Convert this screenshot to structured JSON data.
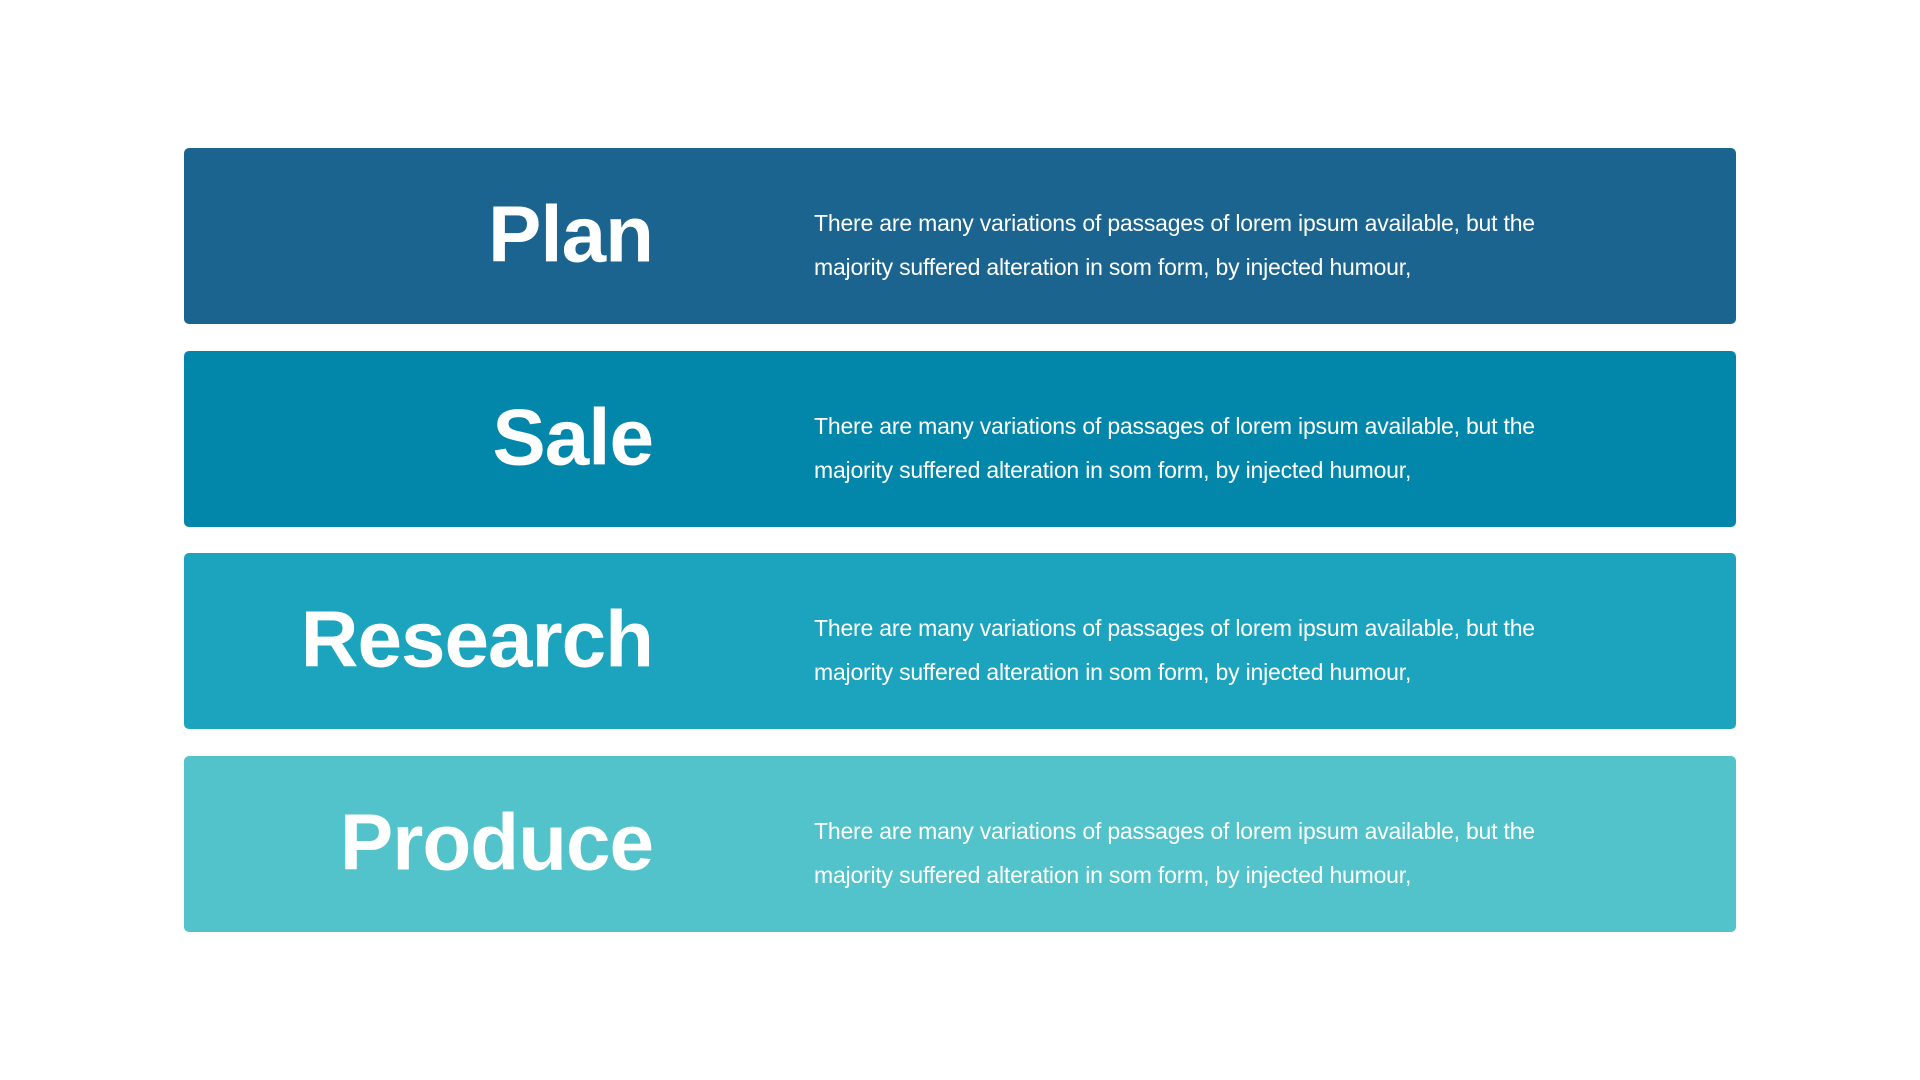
{
  "slide": {
    "background": "#ffffff",
    "rows": [
      {
        "title": "Plan",
        "color": "#1a648f",
        "text_line1": "There are many variations of passages of lorem ipsum available, but the",
        "text_line2": "majority suffered alteration in som form, by injected humour,"
      },
      {
        "title": "Sale",
        "color": "#0287ab",
        "text_line1": "There are many variations of passages of lorem ipsum available, but the",
        "text_line2": "majority suffered alteration in som form, by injected humour,"
      },
      {
        "title": "Research",
        "color": "#1ca4be",
        "text_line1": "There are many variations of passages of lorem ipsum available, but the",
        "text_line2": "majority suffered alteration in som form, by injected humour,"
      },
      {
        "title": "Produce",
        "color": "#52c2cb",
        "text_line1": "There are many variations of passages of lorem ipsum available, but the",
        "text_line2": "majority suffered alteration in som form, by injected humour,"
      }
    ]
  }
}
